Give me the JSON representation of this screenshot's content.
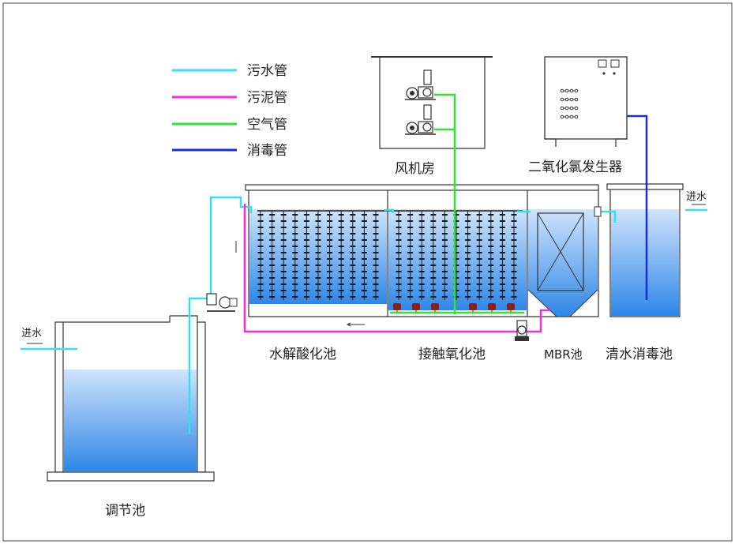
{
  "legend": {
    "items": [
      {
        "label": "污水管",
        "color": "#33e0f0"
      },
      {
        "label": "污泥管",
        "color": "#ff2bd6"
      },
      {
        "label": "空气管",
        "color": "#2ee62e"
      },
      {
        "label": "消毒管",
        "color": "#1a2ed8"
      }
    ]
  },
  "labels": {
    "blower_room": "风机房",
    "generator": "二氧化氯发生器",
    "hydrolysis_tank": "水解酸化池",
    "contact_tank": "接触氧化池",
    "mbr_tank": "MBR池",
    "clear_tank": "清水消毒池",
    "equalization_tank": "调节池",
    "inlet_left": "进水",
    "inlet_right": "进水"
  },
  "colors": {
    "water": "#2f86e6",
    "water_light": "#cfe4fb",
    "device": "#555555",
    "diffuser": "#8a1f1f"
  }
}
